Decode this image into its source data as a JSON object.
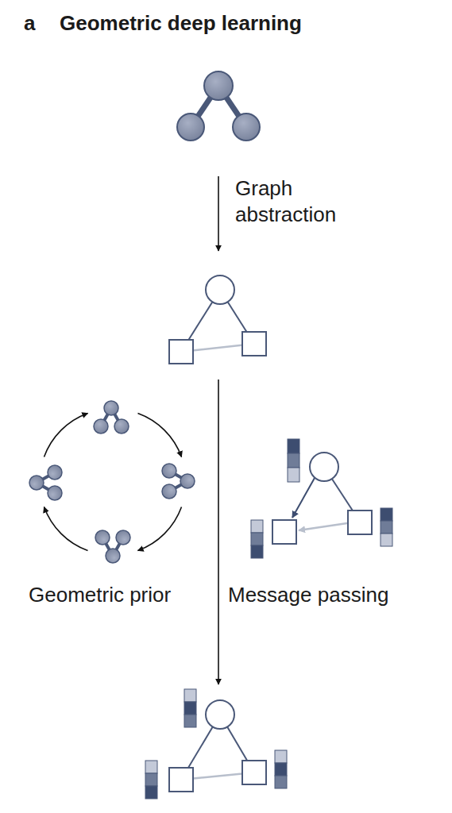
{
  "diagram": {
    "title": "Geometric deep learning",
    "labels": [
      "a",
      "Graph abstraction",
      "Geometric prior",
      "Message passing"
    ]
  }
}
